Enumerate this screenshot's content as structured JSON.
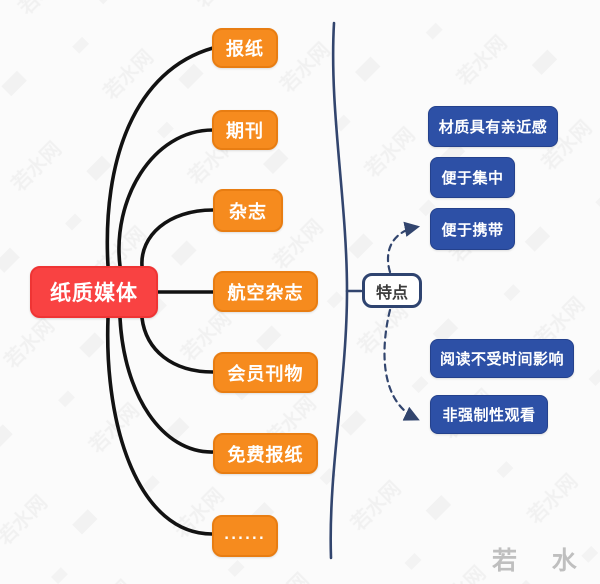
{
  "root": {
    "label": "纸质媒体"
  },
  "branches": [
    {
      "label": "报纸"
    },
    {
      "label": "期刊"
    },
    {
      "label": "杂志"
    },
    {
      "label": "航空杂志"
    },
    {
      "label": "会员刊物"
    },
    {
      "label": "免费报纸"
    },
    {
      "label": "......"
    }
  ],
  "feature_hub": {
    "label": "特点"
  },
  "features": [
    {
      "label": "材质具有亲近感"
    },
    {
      "label": "便于集中"
    },
    {
      "label": "便于携带"
    },
    {
      "label": "阅读不受时间影响"
    },
    {
      "label": "非强制性观看"
    }
  ],
  "watermark": {
    "label": "若 水 网"
  },
  "colors": {
    "root_red": "#f94242",
    "branch_orange": "#f68b1e",
    "feature_blue": "#2d50a6",
    "brace_navy": "#32456e",
    "connector_black": "#121212",
    "watermark_gray": "#b9b9b9"
  }
}
